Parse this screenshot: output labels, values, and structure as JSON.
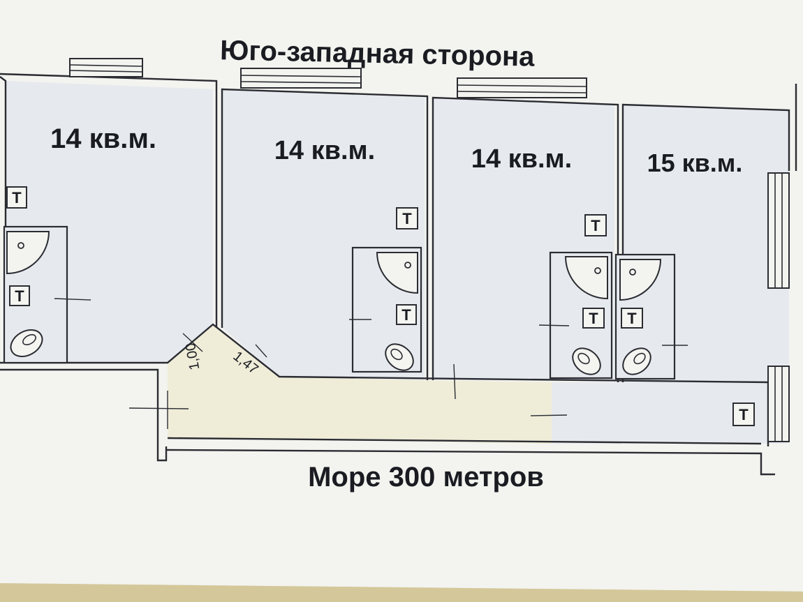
{
  "plan": {
    "title_top": "Юго-западная сторона",
    "title_bottom": "Море 300 метров",
    "rooms": [
      {
        "area": "14 кв.м."
      },
      {
        "area": "14 кв.м."
      },
      {
        "area": "14 кв.м."
      },
      {
        "area": "15 кв.м."
      }
    ],
    "dimensions": [
      {
        "value": "1,00"
      },
      {
        "value": "1,47"
      }
    ],
    "fixture_symbols": {
      "outlet": "T",
      "sink": "o"
    }
  },
  "colors": {
    "paper": "#f3f3ef",
    "room_fill": "#e6eaee",
    "corridor_fill": "#efecd8",
    "wall": "#2a2c32",
    "text": "#1a1c22"
  }
}
